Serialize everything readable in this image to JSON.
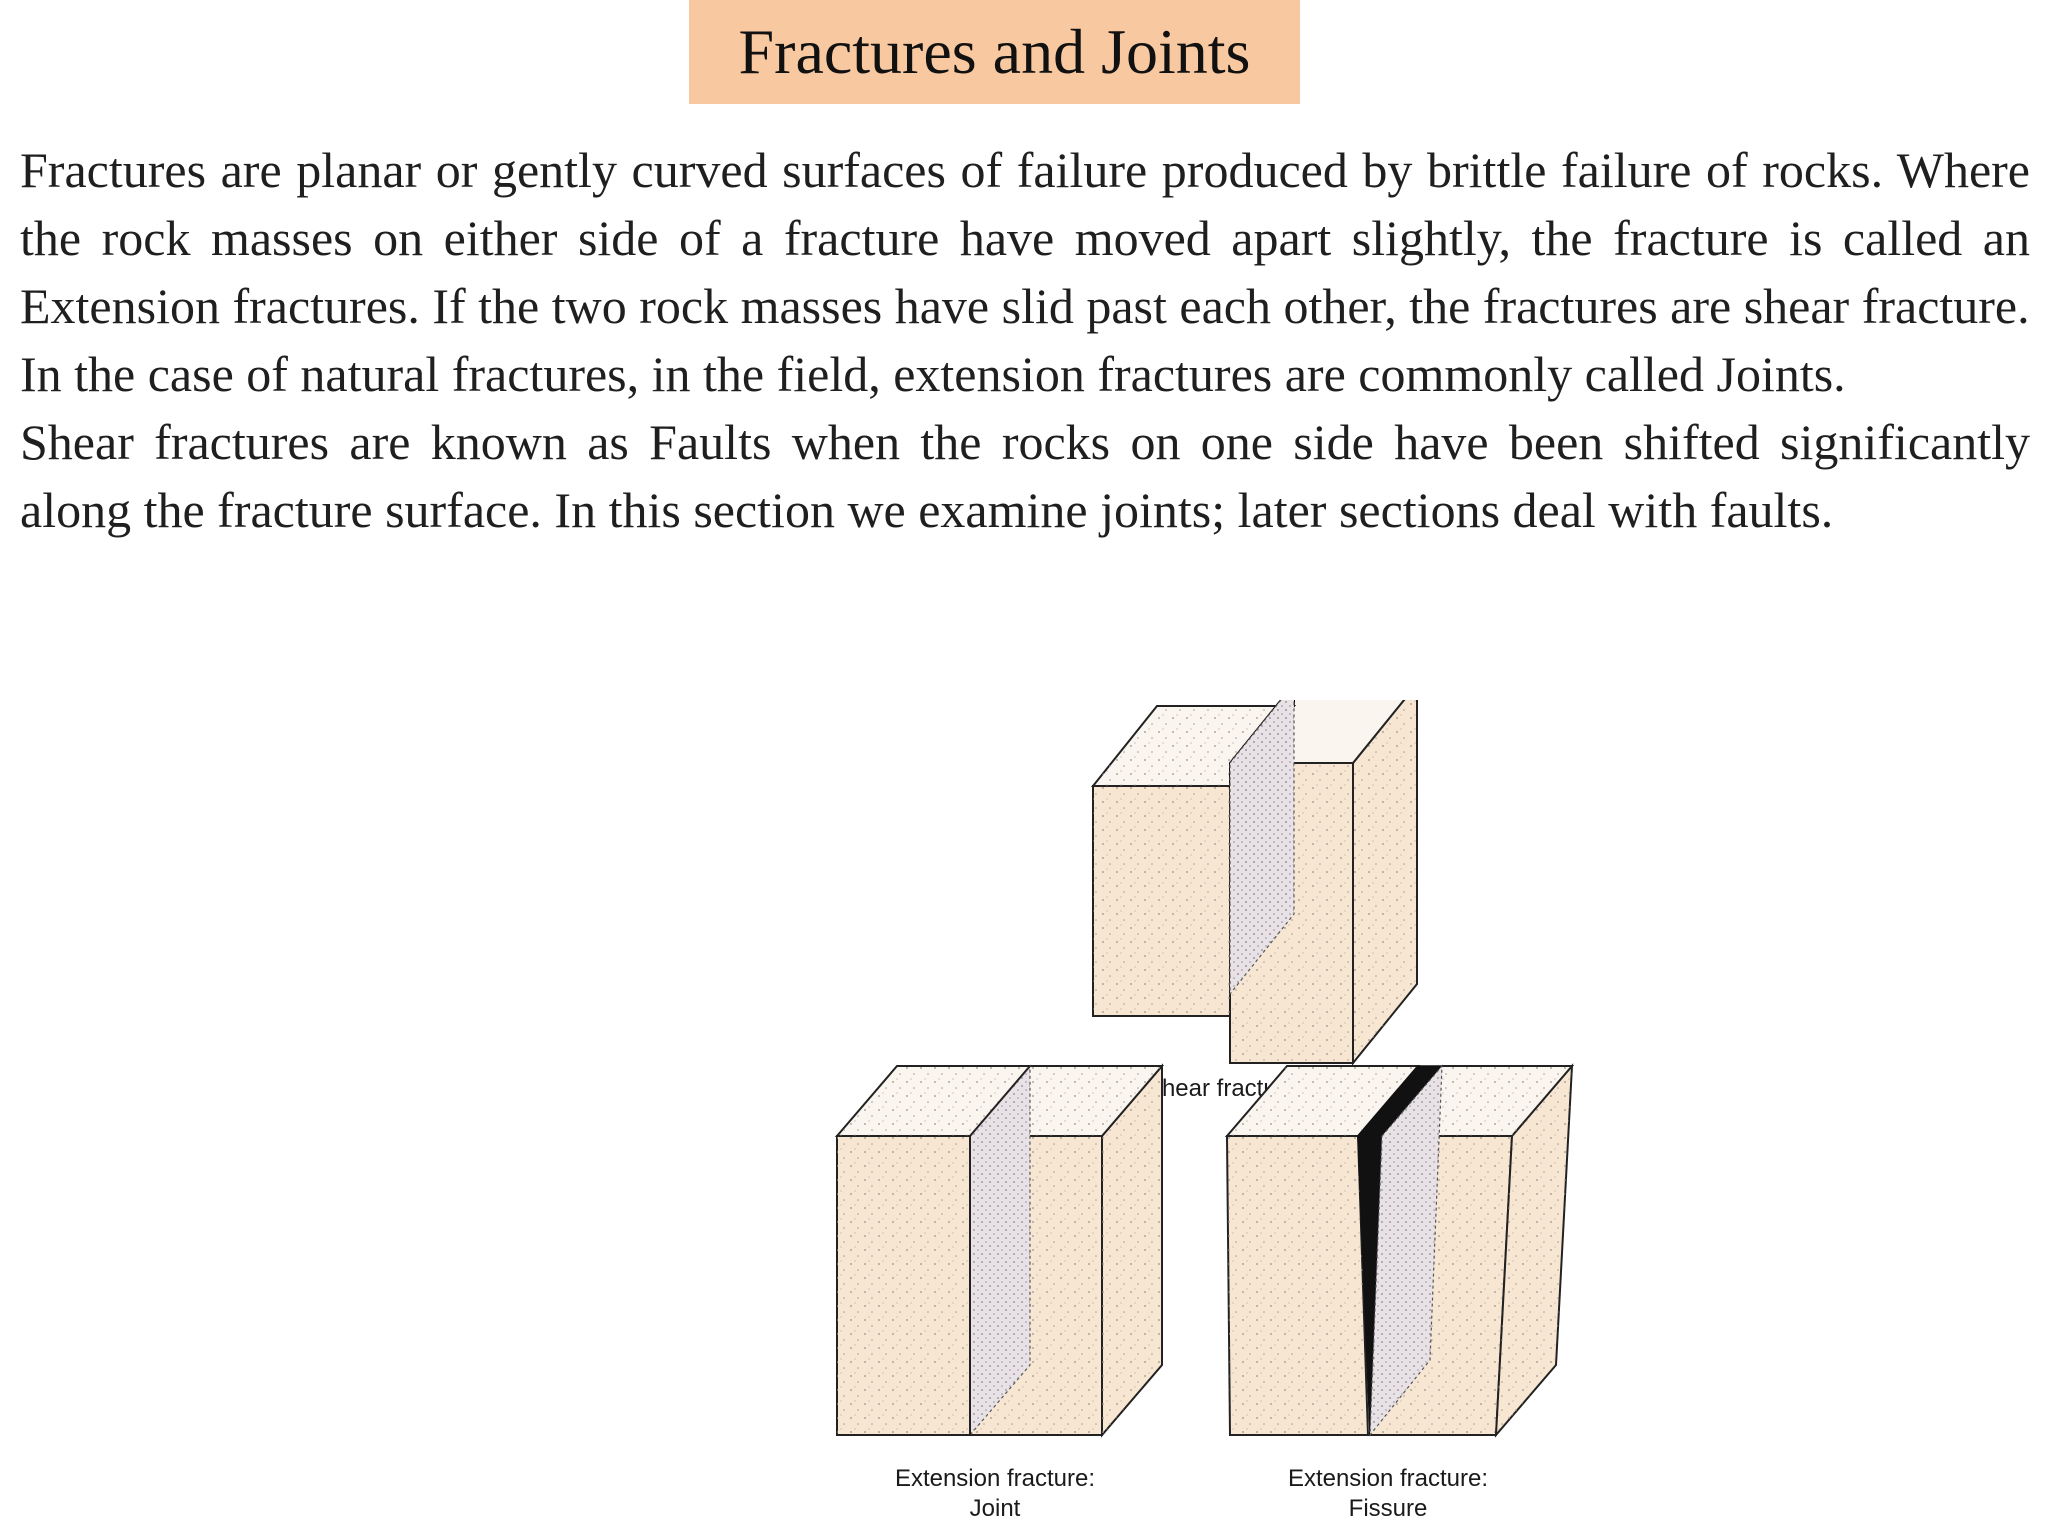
{
  "slide": {
    "title": "Fractures and Joints",
    "paragraphs": [
      "Fractures are planar or gently curved surfaces of failure produced by brittle failure of rocks. Where the rock masses on either side  of a fracture have moved apart slightly, the fracture is called an Extension fractures. If the two rock masses have slid past each other, the fractures are shear fracture.",
      "In the case of natural fractures, in the field, extension fractures are commonly called Joints.",
      "Shear fractures are known as Faults when the rocks on one side have been shifted significantly along the fracture surface. In this section we examine joints; later sections deal with faults."
    ]
  },
  "figure": {
    "shear_caption": "Shear fracture",
    "joint_caption_line1": "Extension fracture:",
    "joint_caption_line2": "Joint",
    "fissure_caption_line1": "Extension fracture:",
    "fissure_caption_line2": "Fissure"
  },
  "colors": {
    "title_background": "#f8c8a0",
    "block_face": "#f7e6d2",
    "block_top": "#faf5ef",
    "fracture_surface": "#e8e2e6",
    "gap": "#111111"
  }
}
